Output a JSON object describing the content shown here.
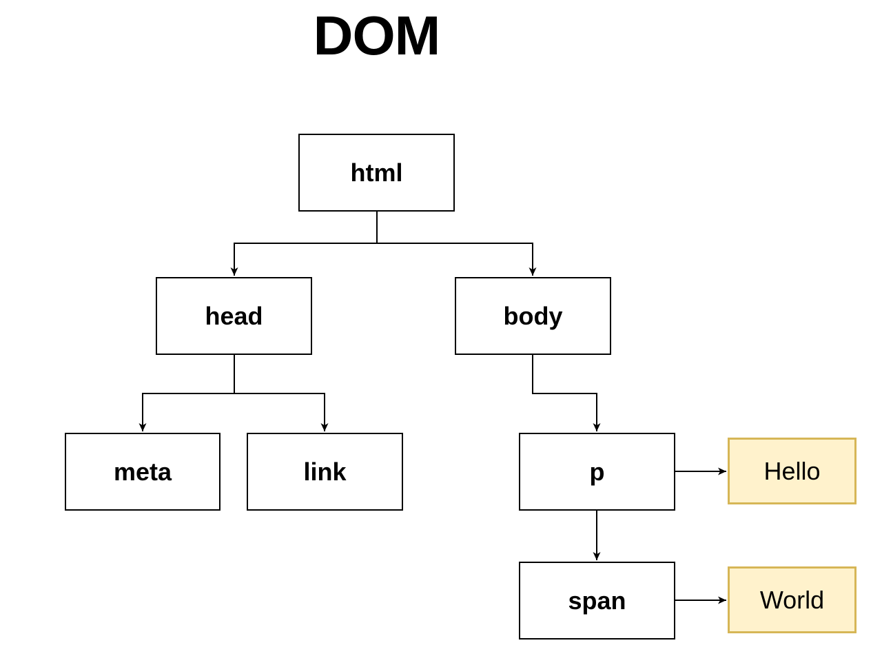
{
  "title": "DOM",
  "diagram": {
    "nodes": {
      "html": {
        "label": "html",
        "kind": "element"
      },
      "head": {
        "label": "head",
        "kind": "element"
      },
      "body": {
        "label": "body",
        "kind": "element"
      },
      "meta": {
        "label": "meta",
        "kind": "element"
      },
      "link": {
        "label": "link",
        "kind": "element"
      },
      "p": {
        "label": "p",
        "kind": "element"
      },
      "span": {
        "label": "span",
        "kind": "element"
      },
      "hello": {
        "label": "Hello",
        "kind": "text-node"
      },
      "world": {
        "label": "World",
        "kind": "text-node"
      }
    },
    "edges": [
      {
        "from": "html",
        "to": "head"
      },
      {
        "from": "html",
        "to": "body"
      },
      {
        "from": "head",
        "to": "meta"
      },
      {
        "from": "head",
        "to": "link"
      },
      {
        "from": "body",
        "to": "p"
      },
      {
        "from": "p",
        "to": "hello"
      },
      {
        "from": "p",
        "to": "span"
      },
      {
        "from": "span",
        "to": "world"
      }
    ],
    "colors": {
      "element_fill": "#ffffff",
      "element_stroke": "#000000",
      "text_node_fill": "#fff2cc",
      "text_node_stroke": "#d6b656",
      "connector": "#000000",
      "label": "#000000"
    }
  }
}
